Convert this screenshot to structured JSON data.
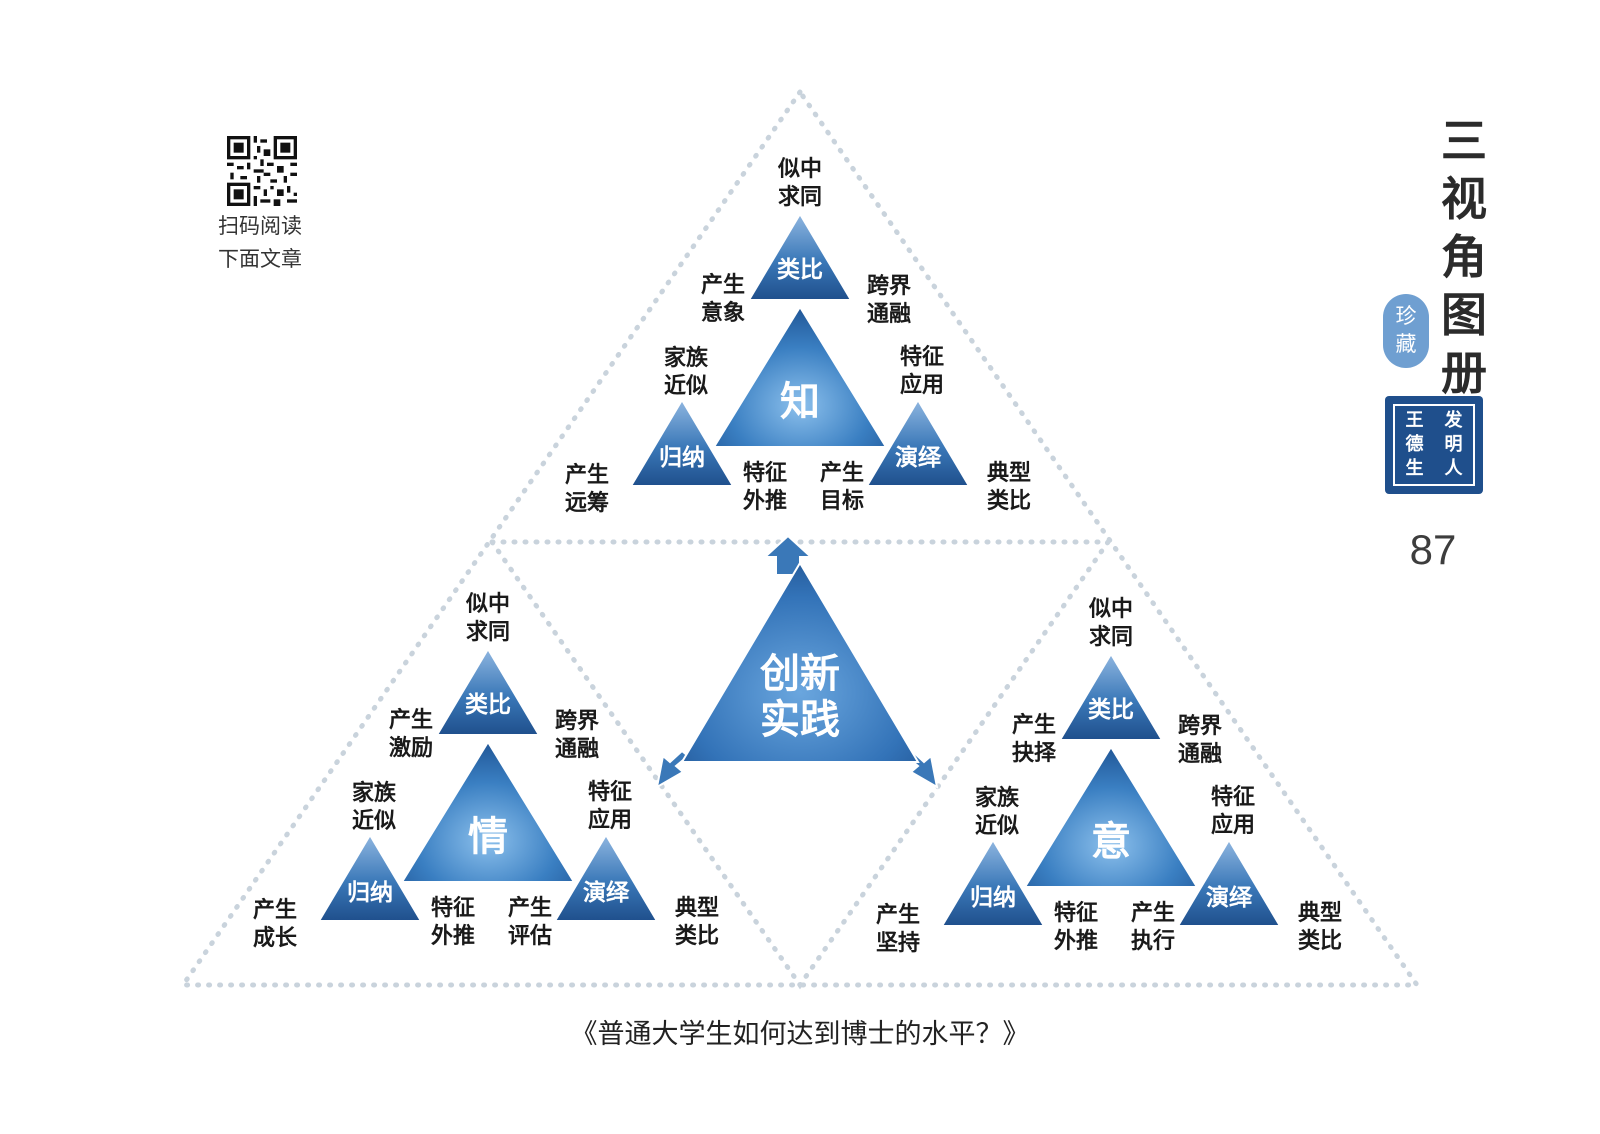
{
  "qr": {
    "caption_line1": "扫码阅读",
    "caption_line2": "下面文章"
  },
  "side": {
    "title_chars": [
      "三",
      "视",
      "角",
      "图",
      "册"
    ],
    "collect_chars": [
      "珍",
      "藏"
    ],
    "seal_col1": [
      "发",
      "明",
      "人"
    ],
    "seal_col2": [
      "王",
      "德",
      "生"
    ],
    "page_number": "87"
  },
  "caption": "《普通大学生如何达到博士的水平？》",
  "center": {
    "line1": "创新",
    "line2": "实践"
  },
  "groups": [
    {
      "id": "zhi",
      "main": "知",
      "analogy": "类比",
      "induction": "归纳",
      "deduction": "演绎",
      "top": [
        "似中",
        "求同"
      ],
      "upper_left": [
        "产生",
        "意象"
      ],
      "upper_right": [
        "跨界",
        "通融"
      ],
      "mid_left": [
        "家族",
        "近似"
      ],
      "mid_right": [
        "特征",
        "应用"
      ],
      "low_left": [
        "产生",
        "远筹"
      ],
      "low_mid_left": [
        "特征",
        "外推"
      ],
      "low_mid_right": [
        "产生",
        "目标"
      ],
      "low_right": [
        "典型",
        "类比"
      ]
    },
    {
      "id": "qing",
      "main": "情",
      "analogy": "类比",
      "induction": "归纳",
      "deduction": "演绎",
      "top": [
        "似中",
        "求同"
      ],
      "upper_left": [
        "产生",
        "激励"
      ],
      "upper_right": [
        "跨界",
        "通融"
      ],
      "mid_left": [
        "家族",
        "近似"
      ],
      "mid_right": [
        "特征",
        "应用"
      ],
      "low_left": [
        "产生",
        "成长"
      ],
      "low_mid_left": [
        "特征",
        "外推"
      ],
      "low_mid_right": [
        "产生",
        "评估"
      ],
      "low_right": [
        "典型",
        "类比"
      ]
    },
    {
      "id": "yi",
      "main": "意",
      "analogy": "类比",
      "induction": "归纳",
      "deduction": "演绎",
      "top": [
        "似中",
        "求同"
      ],
      "upper_left": [
        "产生",
        "抉择"
      ],
      "upper_right": [
        "跨界",
        "通融"
      ],
      "mid_left": [
        "家族",
        "近似"
      ],
      "mid_right": [
        "特征",
        "应用"
      ],
      "low_left": [
        "产生",
        "坚持"
      ],
      "low_mid_left": [
        "特征",
        "外推"
      ],
      "low_mid_right": [
        "产生",
        "执行"
      ],
      "low_right": [
        "典型",
        "类比"
      ]
    }
  ]
}
